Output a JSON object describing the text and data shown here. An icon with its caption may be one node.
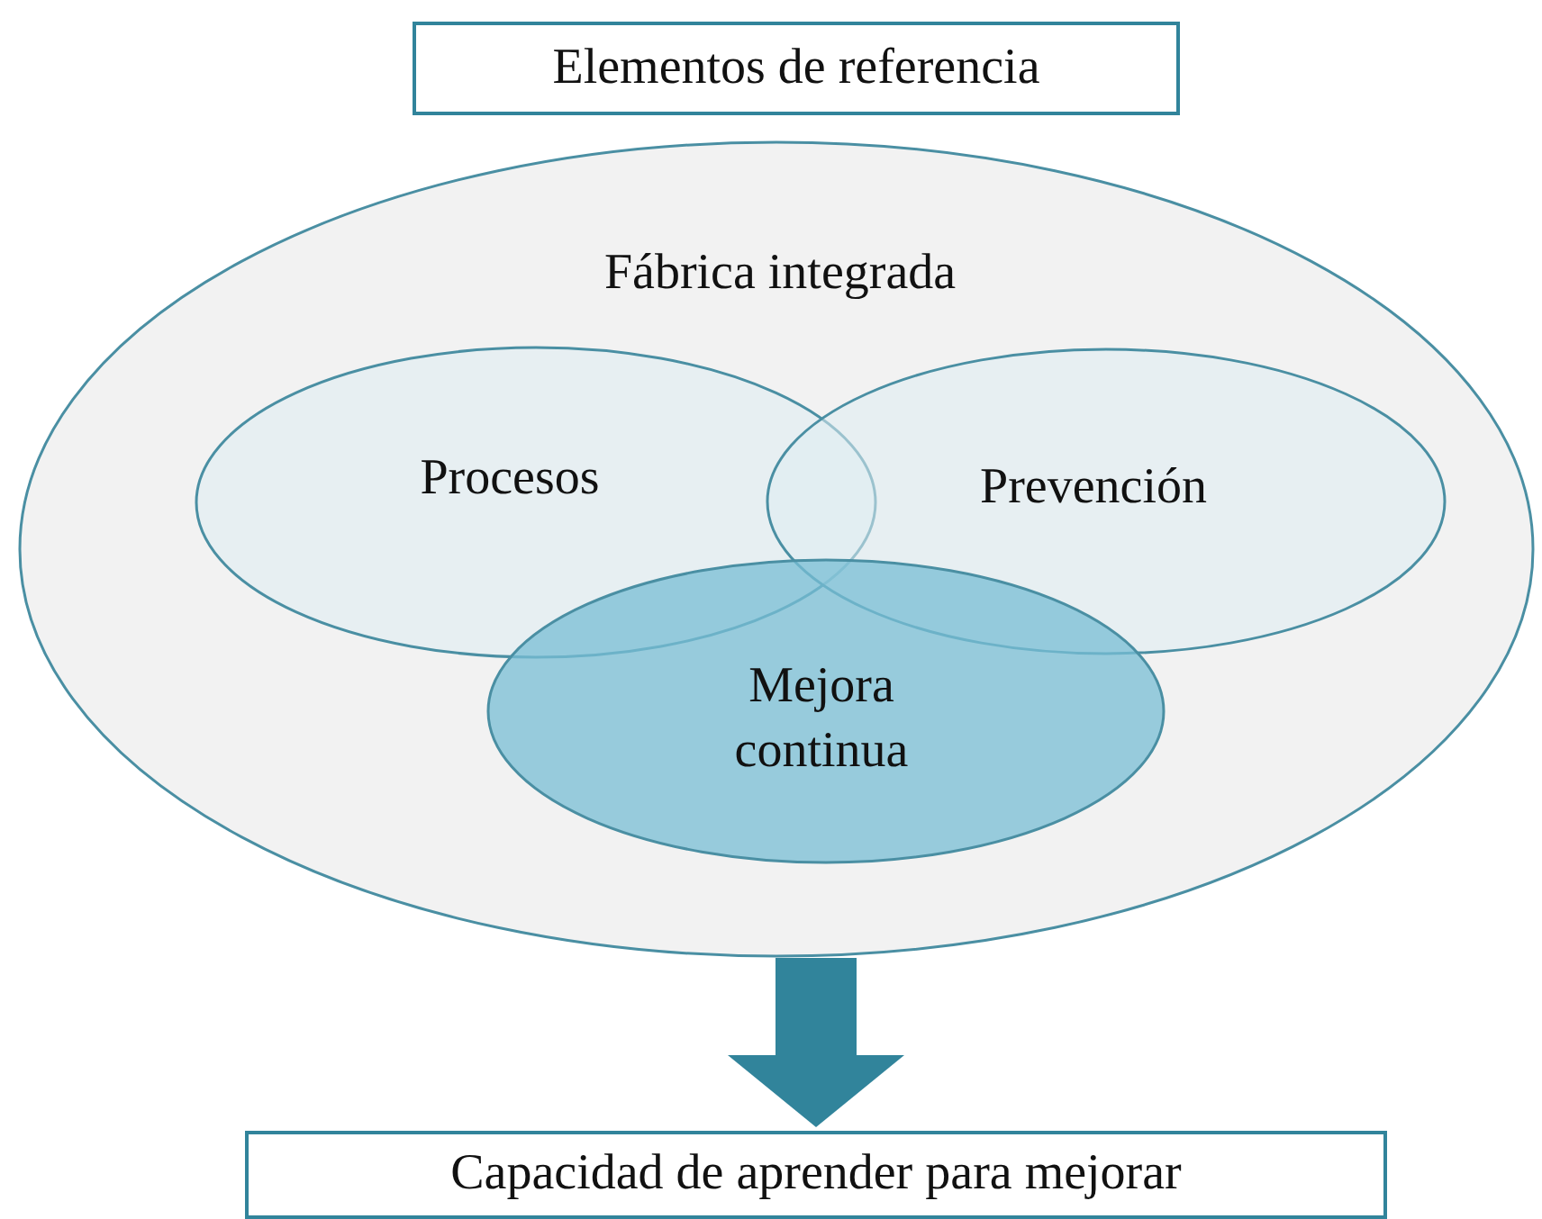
{
  "diagram": {
    "nodes": [
      {
        "text": [
          "Elementos de referencia"
        ]
      },
      {
        "text": [
          "Fábrica integrada"
        ]
      },
      {
        "text": [
          "Procesos"
        ],
        "in": 1
      },
      {
        "text": [
          "Prevención"
        ],
        "in": 1
      },
      {
        "text": [
          "Mejora continua"
        ],
        "in": 1
      },
      {
        "text": [
          "Capacidad de aprender para mejorar"
        ]
      }
    ],
    "edges": [
      {
        "from": 1,
        "to": 5,
        "arrow": "to"
      }
    ]
  }
}
